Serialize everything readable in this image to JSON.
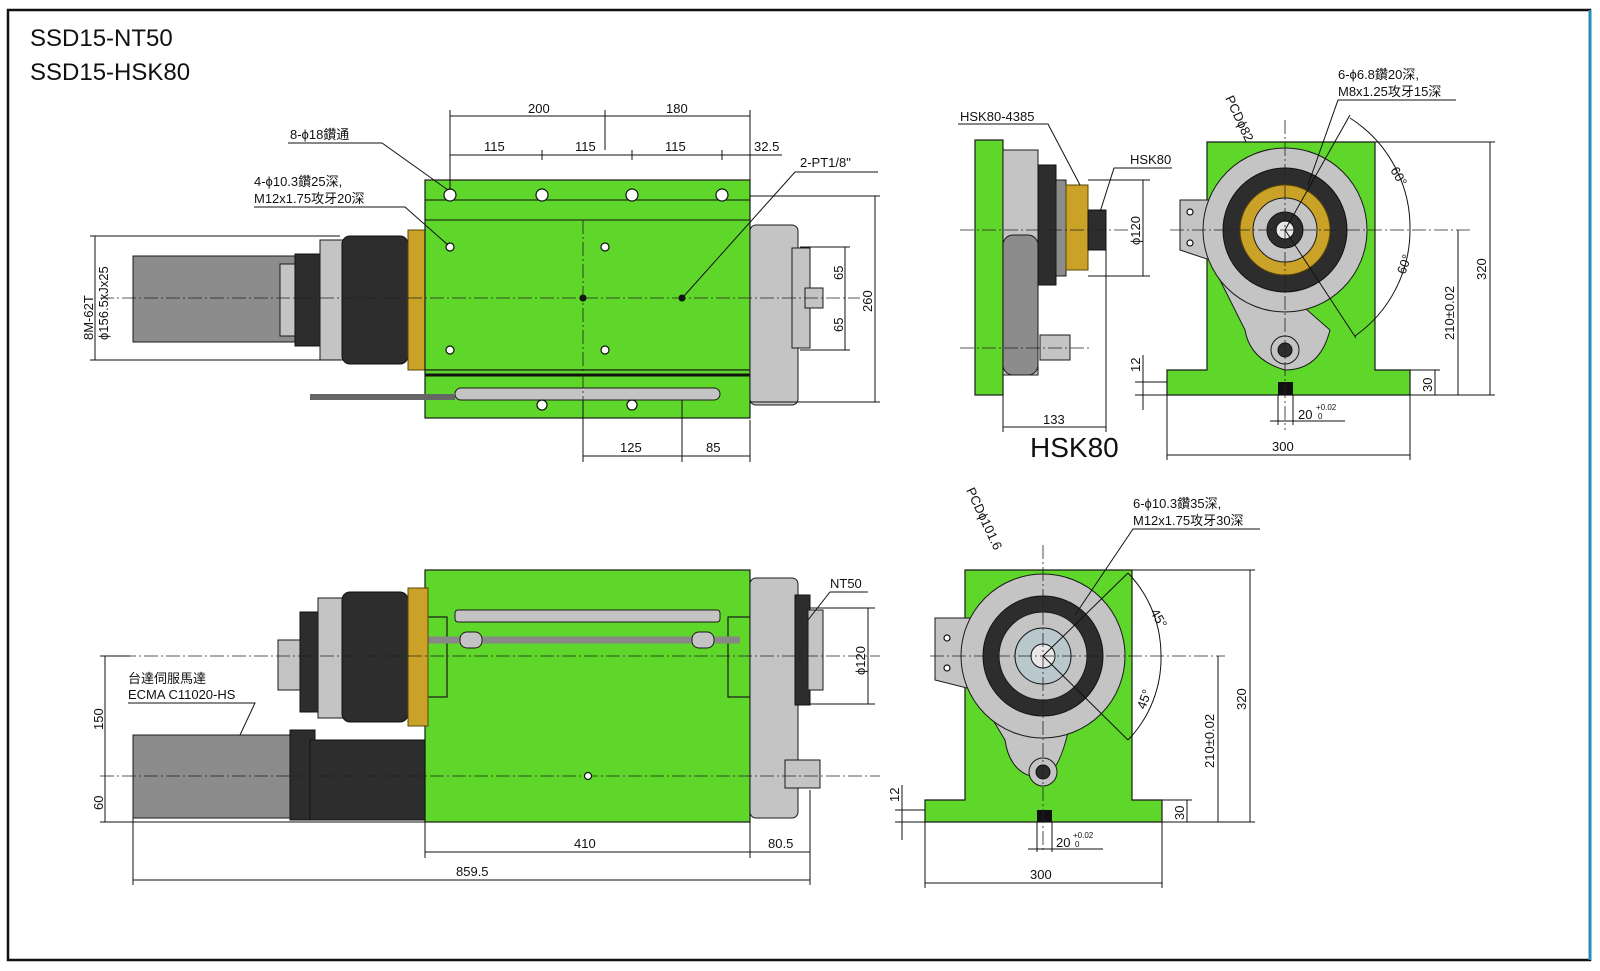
{
  "titles": [
    "SSD15-NT50",
    "SSD15-HSK80"
  ],
  "top_view": {
    "dims_top": [
      "200",
      "180",
      "115",
      "115",
      "115",
      "32.5"
    ],
    "callouts": [
      "8-ϕ18鑽通",
      "4-ϕ10.3鑽25深,",
      "M12x1.75攻牙20深",
      "2-PT1/8\""
    ],
    "dims_right": [
      "65",
      "65",
      "260"
    ],
    "dims_left": [
      "8M-62T",
      "ϕ156.5xJx25"
    ],
    "dims_bottom": [
      "125",
      "85"
    ]
  },
  "hsk_side_view": {
    "callouts": [
      "HSK80-4385",
      "HSK80"
    ],
    "dim_dia": "ϕ120",
    "dim_width": "133",
    "caption": "HSK80"
  },
  "hsk_front_view": {
    "pcd": "PCDϕ82",
    "callouts": [
      "6-ϕ6.8鑽20深,",
      "M8x1.25攻牙15深"
    ],
    "angles": [
      "60°",
      "60°"
    ],
    "dims": [
      "320",
      "210±0.02",
      "30",
      "12",
      "300"
    ],
    "slot": "20",
    "slot_tol_upper": "+0.02",
    "slot_tol_lower": "0"
  },
  "nt_side_view": {
    "callouts": [
      "台達伺服馬達",
      "ECMA C11020-HS",
      "NT50"
    ],
    "dim_dia": "ϕ120",
    "dims_left": [
      "150",
      "60"
    ],
    "dims_bottom": [
      "410",
      "80.5",
      "859.5"
    ]
  },
  "nt_front_view": {
    "pcd": "PCDϕ101.6",
    "callouts": [
      "6-ϕ10.3鑽35深,",
      "M12x1.75攻牙30深"
    ],
    "angles": [
      "45°",
      "45°"
    ],
    "dims": [
      "320",
      "210±0.02",
      "30",
      "12",
      "300"
    ],
    "slot": "20",
    "slot_tol_upper": "+0.02",
    "slot_tol_lower": "0"
  },
  "colors": {
    "body": "#5fd62a",
    "motor": "#8c8c8c",
    "steel": "#c4c4c4",
    "dark": "#2d2d2d",
    "bronze": "#c9a227"
  }
}
